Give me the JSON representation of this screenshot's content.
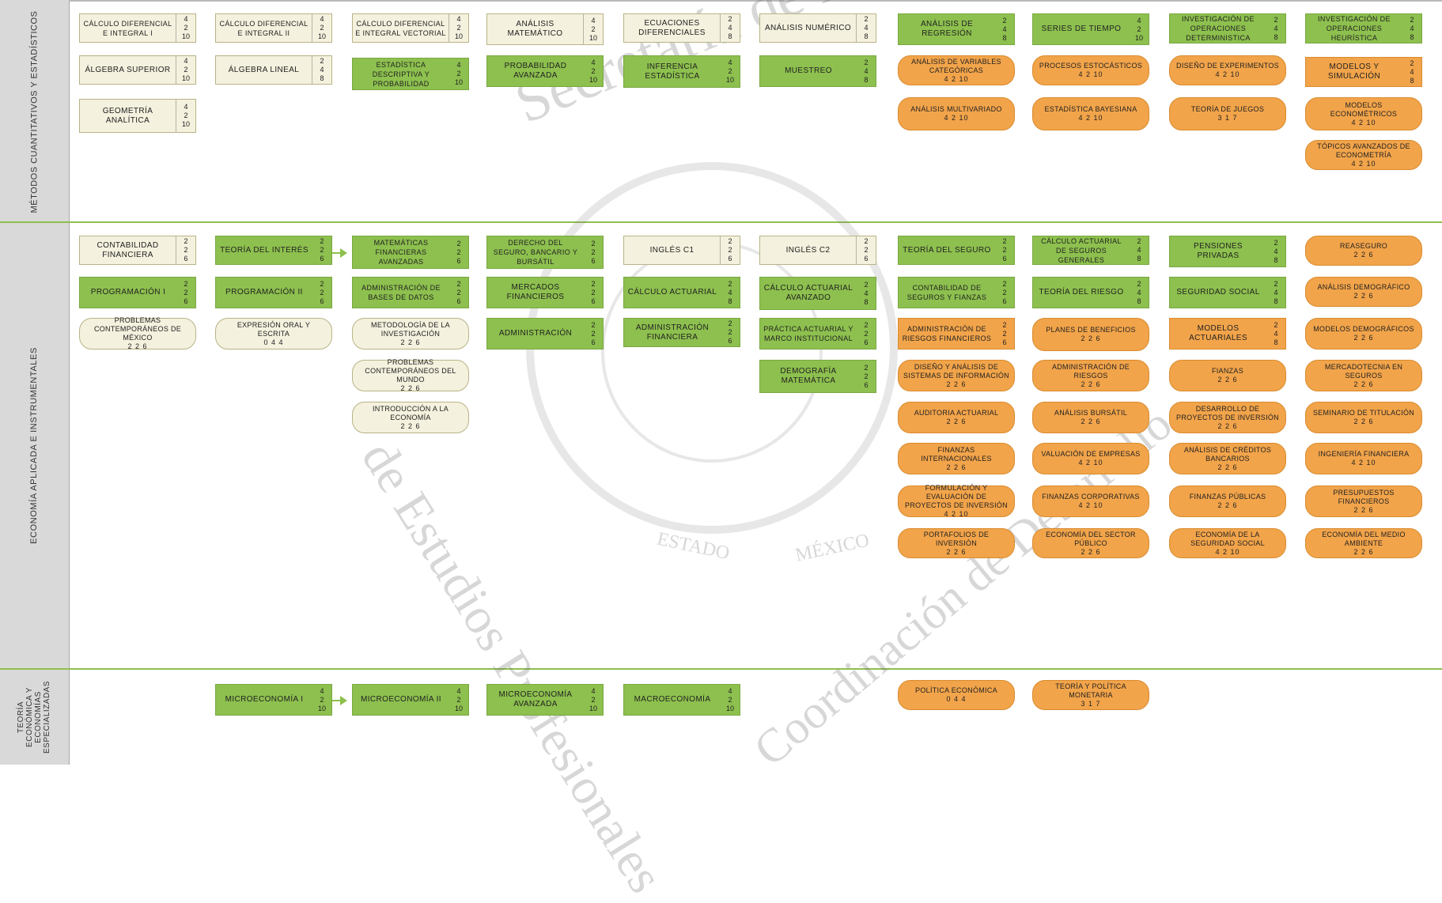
{
  "rows": [
    {
      "key": "mcq",
      "label": "MÉTODOS CUANTITATIVOS Y ESTADÍSTICOS"
    },
    {
      "key": "eai",
      "label": "ECONOMÍA APLICADA E INSTRUMENTALES"
    },
    {
      "key": "tee",
      "label": "TEORÍA ECONÓMICA Y ECONOMÍAS ESPECIALIZADAS"
    }
  ],
  "watermark": {
    "line1": "Secretaría de Docencia",
    "line2": "de Estudios Profesionales",
    "line3": "Coordinación de Desarrollo",
    "seal_left": "ESTADO",
    "seal_right": "MÉXICO"
  },
  "colors": {
    "obligatoria_basica": "#f4f1de",
    "obligatoria": "#8dc04e",
    "optativa": "#f2a44a"
  },
  "courses": [
    {
      "name": "CÁLCULO DIFERENCIAL E INTEGRAL I",
      "credits": [
        "4",
        "2",
        "10"
      ],
      "type": "cream"
    },
    {
      "name": "ÁLGEBRA SUPERIOR",
      "credits": [
        "4",
        "2",
        "10"
      ],
      "type": "cream"
    },
    {
      "name": "GEOMETRÍA ANALÍTICA",
      "credits": [
        "4",
        "2",
        "10"
      ],
      "type": "cream"
    },
    {
      "name": "CÁLCULO DIFERENCIAL E INTEGRAL II",
      "credits": [
        "4",
        "2",
        "10"
      ],
      "type": "cream"
    },
    {
      "name": "ÁLGEBRA LINEAL",
      "credits": [
        "2",
        "4",
        "8"
      ],
      "type": "cream"
    },
    {
      "name": "CÁLCULO DIFERENCIAL E INTEGRAL VECTORIAL",
      "credits": [
        "4",
        "2",
        "10"
      ],
      "type": "cream"
    },
    {
      "name": "ESTADÍSTICA DESCRIPTIVA Y PROBABILIDAD",
      "credits": [
        "4",
        "2",
        "10"
      ],
      "type": "green"
    },
    {
      "name": "ANÁLISIS MATEMÁTICO",
      "credits": [
        "4",
        "2",
        "10"
      ],
      "type": "cream"
    },
    {
      "name": "PROBABILIDAD AVANZADA",
      "credits": [
        "4",
        "2",
        "10"
      ],
      "type": "green"
    },
    {
      "name": "ECUACIONES DIFERENCIALES",
      "credits": [
        "2",
        "4",
        "8"
      ],
      "type": "cream"
    },
    {
      "name": "INFERENCIA ESTADÍSTICA",
      "credits": [
        "4",
        "2",
        "10"
      ],
      "type": "green"
    },
    {
      "name": "ANÁLISIS NUMÉRICO",
      "credits": [
        "2",
        "4",
        "8"
      ],
      "type": "cream"
    },
    {
      "name": "MUESTREO",
      "credits": [
        "2",
        "4",
        "8"
      ],
      "type": "green"
    },
    {
      "name": "ANÁLISIS DE REGRESIÓN",
      "credits": [
        "2",
        "4",
        "8"
      ],
      "type": "green"
    },
    {
      "name": "ANÁLISIS DE VARIABLES CATEGÓRICAS",
      "credits": "4 2 10",
      "type": "orange"
    },
    {
      "name": "ANÁLISIS MULTIVARIADO",
      "credits": "4 2 10",
      "type": "orange"
    },
    {
      "name": "SERIES DE TIEMPO",
      "credits": [
        "4",
        "2",
        "10"
      ],
      "type": "green"
    },
    {
      "name": "PROCESOS ESTOCÁSTICOS",
      "credits": "4 2 10",
      "type": "orange"
    },
    {
      "name": "ESTADÍSTICA BAYESIANA",
      "credits": "4 2 10",
      "type": "orange"
    },
    {
      "name": "INVESTIGACIÓN DE OPERACIONES DETERMINISTICA",
      "credits": [
        "2",
        "4",
        "8"
      ],
      "type": "green"
    },
    {
      "name": "DISEÑO DE EXPERIMENTOS",
      "credits": "4 2 10",
      "type": "orange"
    },
    {
      "name": "TEORÍA DE JUEGOS",
      "credits": "3 1 7",
      "type": "orange"
    },
    {
      "name": "INVESTIGACIÓN DE OPERACIONES HEURÍSTICA",
      "credits": [
        "2",
        "4",
        "8"
      ],
      "type": "green"
    },
    {
      "name": "MODELOS Y SIMULACIÓN",
      "credits": [
        "2",
        "4",
        "8"
      ],
      "type": "orange"
    },
    {
      "name": "MODELOS ECONOMÉTRICOS",
      "credits": "4 2 10",
      "type": "orange"
    },
    {
      "name": "TÓPICOS AVANZADOS DE ECONOMETRÍA",
      "credits": "4 2 10",
      "type": "orange"
    },
    {
      "name": "CONTABILIDAD FINANCIERA",
      "credits": [
        "2",
        "2",
        "6"
      ],
      "type": "cream"
    },
    {
      "name": "PROGRAMACIÓN I",
      "credits": [
        "2",
        "2",
        "6"
      ],
      "type": "green"
    },
    {
      "name": "PROBLEMAS CONTEMPORÁNEOS DE MÉXICO",
      "credits": "2 2 6",
      "type": "cream"
    },
    {
      "name": "TEORÍA DEL INTERÉS",
      "credits": [
        "2",
        "2",
        "6"
      ],
      "type": "green"
    },
    {
      "name": "PROGRAMACIÓN II",
      "credits": [
        "2",
        "2",
        "6"
      ],
      "type": "green"
    },
    {
      "name": "EXPRESIÓN ORAL Y ESCRITA",
      "credits": "0 4 4",
      "type": "cream"
    },
    {
      "name": "MATEMÁTICAS FINANCIERAS AVANZADAS",
      "credits": [
        "2",
        "2",
        "6"
      ],
      "type": "green"
    },
    {
      "name": "ADMINISTRACIÓN DE BASES DE DATOS",
      "credits": [
        "2",
        "2",
        "6"
      ],
      "type": "green"
    },
    {
      "name": "METODOLOGÍA DE LA INVESTIGACIÓN",
      "credits": "2 2 6",
      "type": "cream"
    },
    {
      "name": "PROBLEMAS CONTEMPORÁNEOS DEL MUNDO",
      "credits": "2 2 6",
      "type": "cream"
    },
    {
      "name": "INTRODUCCIÓN A LA ECONOMÍA",
      "credits": "2 2 6",
      "type": "cream"
    },
    {
      "name": "DERECHO DEL SEGURO, BANCARIO Y BURSÁTIL",
      "credits": [
        "2",
        "2",
        "6"
      ],
      "type": "green"
    },
    {
      "name": "MERCADOS FINANCIEROS",
      "credits": [
        "2",
        "2",
        "6"
      ],
      "type": "green"
    },
    {
      "name": "ADMINISTRACIÓN",
      "credits": [
        "2",
        "2",
        "6"
      ],
      "type": "green"
    },
    {
      "name": "INGLÉS C1",
      "credits": [
        "2",
        "2",
        "6"
      ],
      "type": "cream"
    },
    {
      "name": "CÁLCULO ACTUARIAL",
      "credits": [
        "2",
        "4",
        "8"
      ],
      "type": "green"
    },
    {
      "name": "ADMINISTRACIÓN FINANCIERA",
      "credits": [
        "2",
        "2",
        "6"
      ],
      "type": "green"
    },
    {
      "name": "INGLÉS C2",
      "credits": [
        "2",
        "2",
        "6"
      ],
      "type": "cream"
    },
    {
      "name": "CÁLCULO ACTUARIAL AVANZADO",
      "credits": [
        "2",
        "4",
        "8"
      ],
      "type": "green"
    },
    {
      "name": "PRÁCTICA ACTUARIAL Y MARCO INSTITUCIONAL",
      "credits": [
        "2",
        "2",
        "6"
      ],
      "type": "green"
    },
    {
      "name": "DEMOGRAFÍA MATEMÁTICA",
      "credits": [
        "2",
        "2",
        "6"
      ],
      "type": "green"
    },
    {
      "name": "TEORÍA DEL SEGURO",
      "credits": [
        "2",
        "2",
        "6"
      ],
      "type": "green"
    },
    {
      "name": "CONTABILIDAD DE SEGUROS Y FIANZAS",
      "credits": [
        "2",
        "2",
        "6"
      ],
      "type": "green"
    },
    {
      "name": "ADMINISTRACIÓN DE RIESGOS FINANCIEROS",
      "credits": [
        "2",
        "2",
        "6"
      ],
      "type": "orange"
    },
    {
      "name": "DISEÑO Y ANÁLISIS DE SISTEMAS DE INFORMACIÓN",
      "credits": "2 2 6",
      "type": "orange"
    },
    {
      "name": "AUDITORIA ACTUARIAL",
      "credits": "2 2 6",
      "type": "orange"
    },
    {
      "name": "FINANZAS INTERNACIONALES",
      "credits": "2 2 6",
      "type": "orange"
    },
    {
      "name": "FORMULACIÓN Y EVALUACIÓN DE PROYECTOS DE INVERSIÓN",
      "credits": "4 2 10",
      "type": "orange"
    },
    {
      "name": "PORTAFOLIOS DE INVERSIÓN",
      "credits": "2 2 6",
      "type": "orange"
    },
    {
      "name": "CÁLCULO ACTUARIAL DE SEGUROS GENERALES",
      "credits": [
        "2",
        "4",
        "8"
      ],
      "type": "green"
    },
    {
      "name": "TEORÍA DEL RIESGO",
      "credits": [
        "2",
        "4",
        "8"
      ],
      "type": "green"
    },
    {
      "name": "PLANES DE BENEFICIOS",
      "credits": "2 2 6",
      "type": "orange"
    },
    {
      "name": "ADMINISTRACIÓN DE RIESGOS",
      "credits": "2 2 6",
      "type": "orange"
    },
    {
      "name": "ANÁLISIS BURSÁTIL",
      "credits": "2 2 6",
      "type": "orange"
    },
    {
      "name": "VALUACIÓN DE EMPRESAS",
      "credits": "4 2 10",
      "type": "orange"
    },
    {
      "name": "FINANZAS CORPORATIVAS",
      "credits": "4 2 10",
      "type": "orange"
    },
    {
      "name": "ECONOMÍA DEL SECTOR PÚBLICO",
      "credits": "2 2 6",
      "type": "orange"
    },
    {
      "name": "PENSIONES PRIVADAS",
      "credits": [
        "2",
        "4",
        "8"
      ],
      "type": "green"
    },
    {
      "name": "SEGURIDAD SOCIAL",
      "credits": [
        "2",
        "4",
        "8"
      ],
      "type": "green"
    },
    {
      "name": "MODELOS ACTUARIALES",
      "credits": [
        "2",
        "4",
        "8"
      ],
      "type": "orange"
    },
    {
      "name": "FIANZAS",
      "credits": "2 2 6",
      "type": "orange"
    },
    {
      "name": "DESARROLLO DE PROYECTOS DE INVERSIÓN",
      "credits": "2 2 6",
      "type": "orange"
    },
    {
      "name": "ANÁLISIS DE CRÉDITOS BANCARIOS",
      "credits": "2 2 6",
      "type": "orange"
    },
    {
      "name": "FINANZAS PÚBLICAS",
      "credits": "2 2 6",
      "type": "orange"
    },
    {
      "name": "ECONOMÍA DE LA SEGURIDAD SOCIAL",
      "credits": "4 2 10",
      "type": "orange"
    },
    {
      "name": "REASEGURO",
      "credits": "2 2 6",
      "type": "orange"
    },
    {
      "name": "ANÁLISIS DEMOGRÁFICO",
      "credits": "2 2 6",
      "type": "orange"
    },
    {
      "name": "MODELOS DEMOGRÁFICOS",
      "credits": "2 2 6",
      "type": "orange"
    },
    {
      "name": "MERCADOTECNIA EN SEGUROS",
      "credits": "2 2 6",
      "type": "orange"
    },
    {
      "name": "SEMINARIO DE TITULACIÓN",
      "credits": "2 2 6",
      "type": "orange"
    },
    {
      "name": "INGENIERÍA FINANCIERA",
      "credits": "4 2 10",
      "type": "orange"
    },
    {
      "name": "PRESUPUESTOS FINANCIEROS",
      "credits": "2 2 6",
      "type": "orange"
    },
    {
      "name": "ECONOMÍA DEL MEDIO AMBIENTE",
      "credits": "2 2 6",
      "type": "orange"
    },
    {
      "name": "MICROECONOMÍA I",
      "credits": [
        "4",
        "2",
        "10"
      ],
      "type": "green"
    },
    {
      "name": "MICROECONOMÍA II",
      "credits": [
        "4",
        "2",
        "10"
      ],
      "type": "green"
    },
    {
      "name": "MICROECONOMÍA AVANZADA",
      "credits": [
        "4",
        "2",
        "10"
      ],
      "type": "green"
    },
    {
      "name": "MACROECONOMÍA",
      "credits": [
        "4",
        "2",
        "10"
      ],
      "type": "green"
    },
    {
      "name": "POLÍTICA ECONÓMICA",
      "credits": "0 4 4",
      "type": "orange"
    },
    {
      "name": "TEORÍA Y POLÍTICA MONETARIA",
      "credits": "3 1 7",
      "type": "orange"
    }
  ]
}
